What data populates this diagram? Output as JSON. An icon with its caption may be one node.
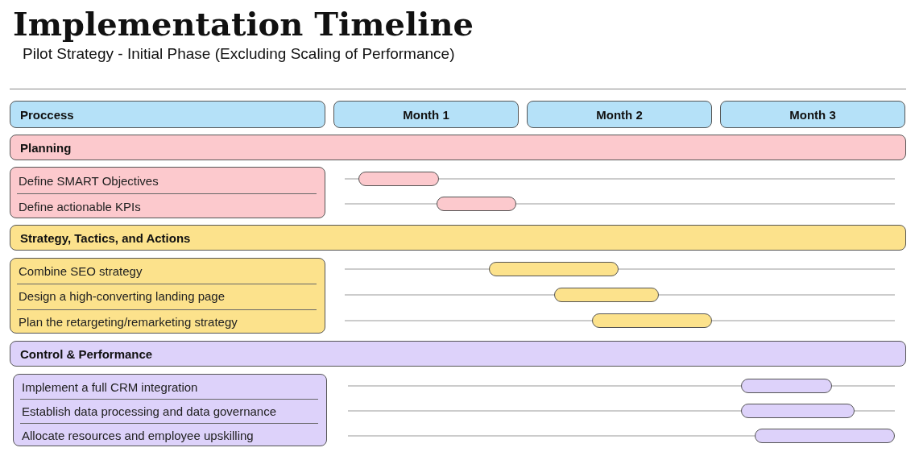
{
  "diagram": {
    "title": "Implementation Timeline",
    "nodes": [
      {
        "text": [
          "Proccess"
        ]
      },
      {
        "text": [
          "Month 1"
        ]
      },
      {
        "text": [
          "Month 2"
        ]
      },
      {
        "text": [
          "Month 3"
        ]
      },
      {
        "text": [
          "Planning"
        ]
      },
      {
        "text": [
          "Define SMART Objectives",
          "Define actionable KPIs"
        ]
      },
      {
        "text": [],
        "shape": "bar"
      },
      {
        "text": [],
        "shape": "bar"
      },
      {
        "text": [
          "Strategy, Tactics, and Actions"
        ]
      },
      {
        "text": [
          "Combine SEO strategy",
          "Design a high-converting landing page",
          "Plan the retargeting/remarketing strategy"
        ]
      },
      {
        "text": [],
        "shape": "bar"
      },
      {
        "text": [],
        "shape": "bar"
      },
      {
        "text": [],
        "shape": "bar"
      },
      {
        "text": [
          "Control & Performance"
        ]
      },
      {
        "text": [
          "Implement a full CRM integration",
          "Establish data processing and data governance",
          "Allocate resources and employee upskilling"
        ]
      },
      {
        "text": [],
        "shape": "bar"
      },
      {
        "text": [],
        "shape": "bar"
      },
      {
        "text": [],
        "shape": "bar"
      }
    ],
    "labels": [
      "Pilot Strategy - Initial Phase (Excluding Scaling of Performance)"
    ]
  }
}
